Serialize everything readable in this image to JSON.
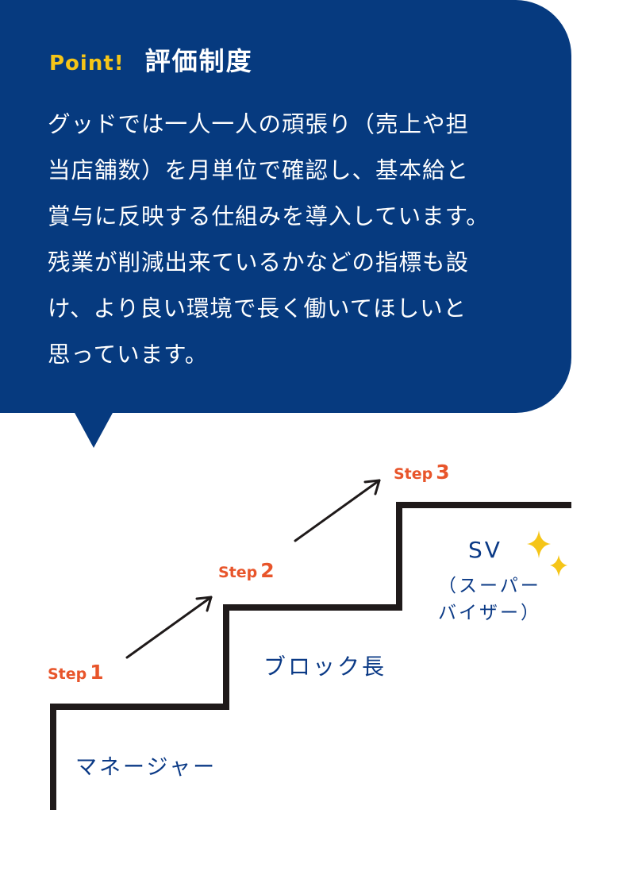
{
  "point": {
    "label": "Point!",
    "title": "評価制度"
  },
  "body": {
    "lines": [
      "グッドでは一人一人の頑張り（売上や担",
      "当店舗数）を月単位で確認し、基本給と",
      "賞与に反映する仕組みを導入しています。",
      "残業が削減出来ているかなどの指標も設",
      "け、より良い環境で長く働いてほしいと",
      "思っています。"
    ]
  },
  "steps": [
    {
      "word": "Step",
      "num": "1"
    },
    {
      "word": "Step",
      "num": "2"
    },
    {
      "word": "Step",
      "num": "3"
    }
  ],
  "roles": {
    "level1": "マネージャー",
    "level2": "ブロック長",
    "level3_title": "SV",
    "level3_sub1": "（スーパー",
    "level3_sub2": "バイザー）"
  },
  "colors": {
    "bubble": "#063a7f",
    "point_label": "#f5c518",
    "step_label": "#e8552b",
    "role_text": "#0b3a86",
    "sparkle": "#f5c518",
    "stairs": "#1f1a1a"
  },
  "icons": [
    "sparkle-icon",
    "arrow-icon"
  ]
}
